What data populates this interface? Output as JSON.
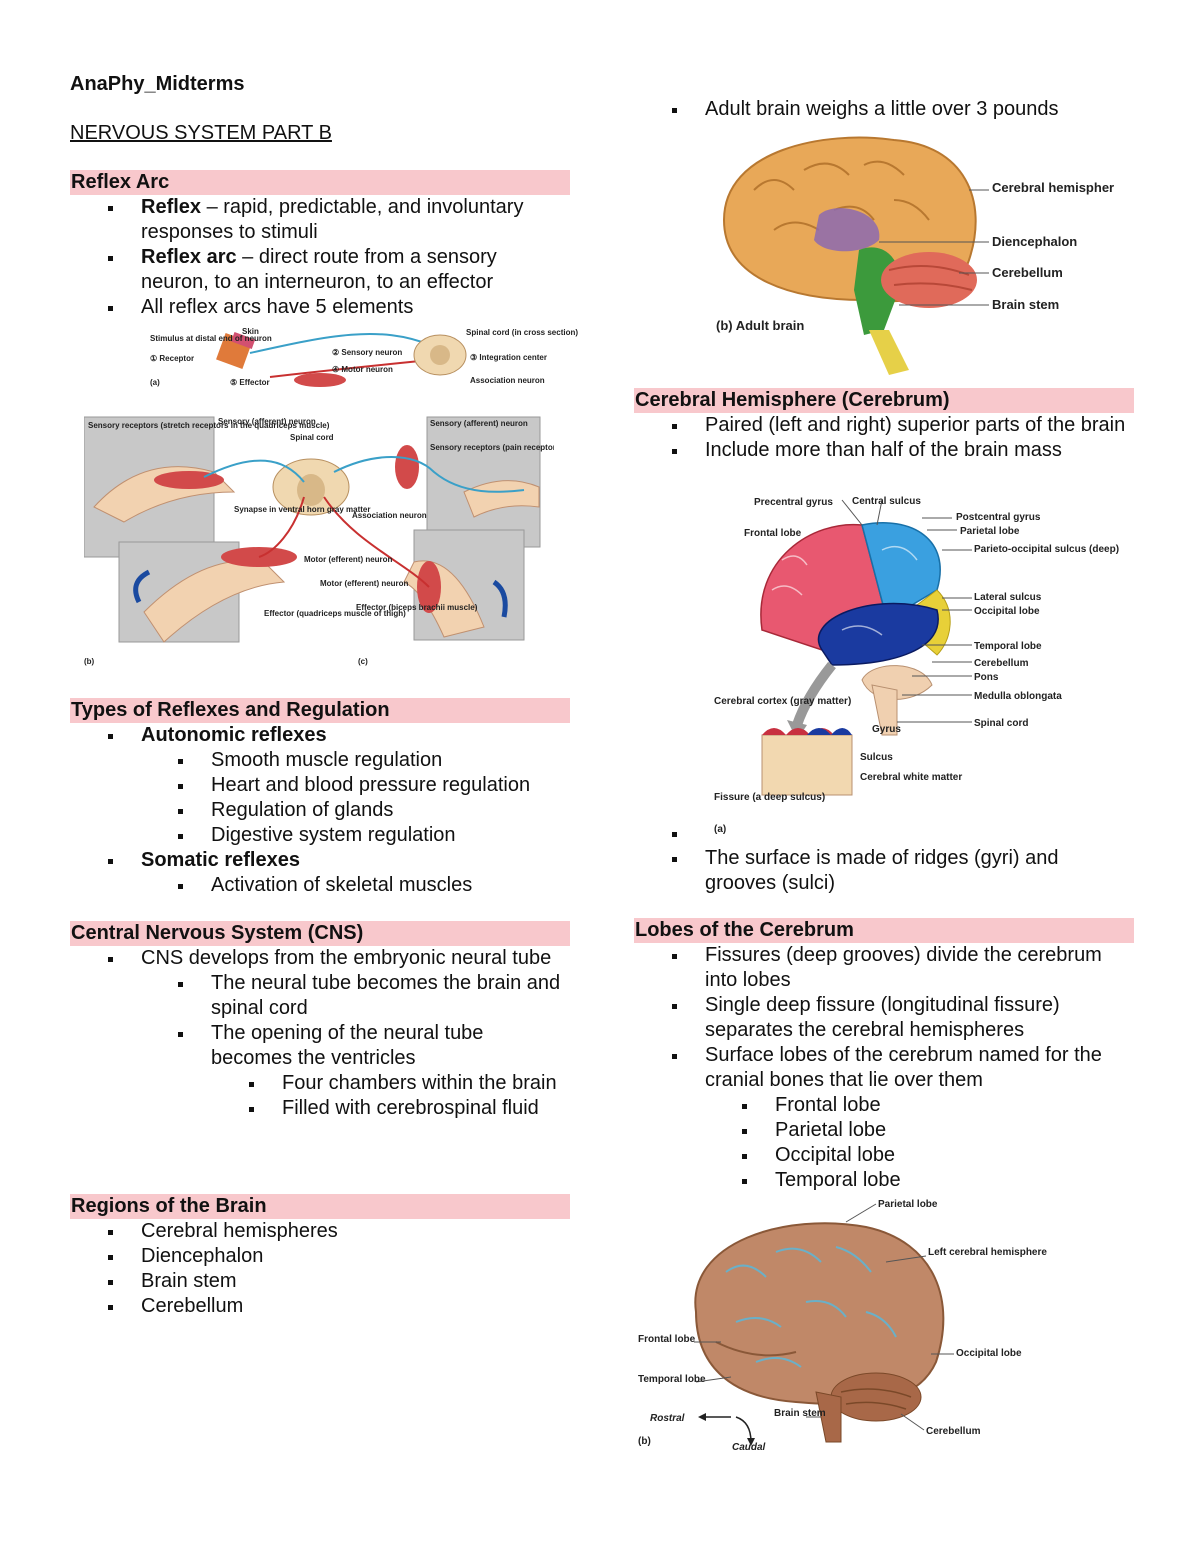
{
  "header": {
    "title": "AnaPhy_Midterms",
    "subtitle": "NERVOUS SYSTEM PART B"
  },
  "reflex_arc": {
    "heading": "Reflex Arc",
    "items": [
      {
        "term": "Reflex",
        "text": " – rapid, predictable, and involuntary responses to stimuli"
      },
      {
        "term": "Reflex arc",
        "text": " – direct route from a sensory neuron, to an interneuron, to an effector"
      },
      {
        "term": "",
        "text": "All reflex arcs have 5 elements"
      }
    ],
    "figure_a": {
      "stimulus": "Stimulus at distal end of neuron",
      "receptor": "① Receptor",
      "skin": "Skin",
      "sensory_neuron": "② Sensory neuron",
      "motor_neuron": "④ Motor neuron",
      "effector": "⑤ Effector",
      "spinal_cord": "Spinal cord (in cross section)",
      "integration": "③ Integration center",
      "association": "Association neuron",
      "panel": "(a)"
    },
    "figure_b": {
      "sensory_receptors": "Sensory receptors (stretch receptors in the quadriceps muscle)",
      "sensory_afferent_1": "Sensory (afferent) neuron",
      "spinal_cord": "Spinal cord",
      "sensory_afferent_2": "Sensory (afferent) neuron",
      "pain_receptors": "Sensory receptors (pain receptors in the skin)",
      "synapse": "Synapse in ventral horn gray matter",
      "association": "Association neuron",
      "motor_1": "Motor (efferent) neuron",
      "motor_2": "Motor (efferent) neuron",
      "effector_quad": "Effector (quadriceps muscle of thigh)",
      "effector_biceps": "Effector (biceps brachii muscle)",
      "panel_b": "(b)",
      "panel_c": "(c)"
    }
  },
  "types_reflexes": {
    "heading": "Types of Reflexes and Regulation",
    "autonomic": "Autonomic reflexes",
    "autonomic_items": [
      "Smooth muscle regulation",
      "Heart and blood pressure regulation",
      "Regulation of glands",
      "Digestive system regulation"
    ],
    "somatic": "Somatic reflexes",
    "somatic_items": [
      "Activation of skeletal muscles"
    ]
  },
  "cns": {
    "heading": "Central Nervous System (CNS)",
    "item": "CNS develops from the embryonic neural tube",
    "sub": [
      "The neural tube becomes the brain and spinal cord",
      "The opening of the neural tube becomes the ventricles"
    ],
    "subsub": [
      "Four chambers within the brain",
      "Filled with cerebrospinal fluid"
    ]
  },
  "regions": {
    "heading": "Regions of the Brain",
    "items": [
      "Cerebral hemispheres",
      "Diencephalon",
      "Brain stem",
      "Cerebellum"
    ]
  },
  "adult_brain": {
    "bullet": "Adult brain weighs a little over 3 pounds",
    "labels": [
      "Cerebral hemisphere",
      "Diencephalon",
      "Cerebellum",
      "Brain stem"
    ],
    "caption": "(b) Adult brain"
  },
  "cerebral_hemisphere": {
    "heading": "Cerebral Hemisphere (Cerebrum)",
    "items": [
      "Paired (left and right) superior parts of the brain",
      "Include more than half of the brain mass"
    ],
    "figure": {
      "precentral": "Precentral gyrus",
      "central": "Central sulcus",
      "postcentral": "Postcentral gyrus",
      "parietal": "Parietal lobe",
      "frontal": "Frontal lobe",
      "parieto_occipital": "Parieto-occipital sulcus (deep)",
      "lateral": "Lateral sulcus",
      "occipital": "Occipital lobe",
      "temporal": "Temporal lobe",
      "cerebellum": "Cerebellum",
      "pons": "Pons",
      "medulla": "Medulla oblongata",
      "spinal": "Spinal cord",
      "cortex": "Cerebral cortex (gray matter)",
      "gyrus": "Gyrus",
      "sulcus": "Sulcus",
      "white": "Cerebral white matter",
      "fissure": "Fissure (a deep sulcus)",
      "panel": "(a)"
    },
    "after_items": [
      "",
      "The surface is made of ridges (gyri) and grooves (sulci)"
    ]
  },
  "lobes": {
    "heading": "Lobes of the Cerebrum",
    "items": [
      "Fissures (deep grooves) divide the cerebrum into lobes",
      "Single deep fissure (longitudinal fissure) separates the cerebral hemispheres",
      "Surface lobes of the cerebrum named for the cranial bones that lie over them"
    ],
    "sub": [
      "Frontal lobe",
      "Parietal lobe",
      "Occipital lobe",
      "Temporal lobe"
    ],
    "figure": {
      "parietal": "Parietal lobe",
      "left_hemi": "Left cerebral hemisphere",
      "frontal": "Frontal lobe",
      "occipital": "Occipital lobe",
      "temporal": "Temporal lobe",
      "brain_stem": "Brain stem",
      "rostral": "Rostral",
      "caudal": "Caudal",
      "cerebellum": "Cerebellum",
      "panel": "(b)"
    }
  }
}
